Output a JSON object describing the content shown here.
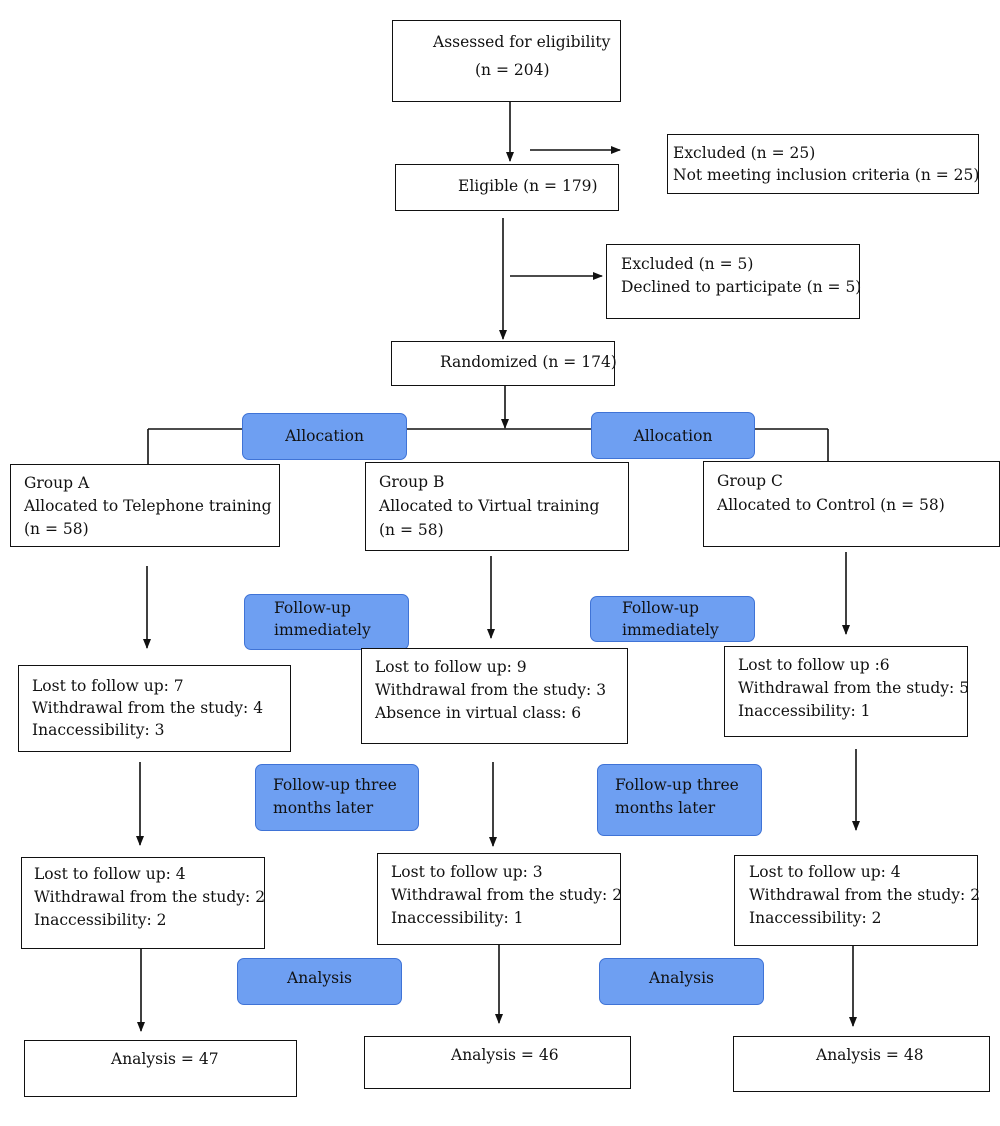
{
  "screening": {
    "assessed": [
      "Assessed for eligibility",
      "(n = 204)"
    ],
    "excluded1": [
      "Excluded (n = 25)",
      "Not meeting inclusion criteria (n = 25)"
    ],
    "eligible": "Eligible (n = 179)",
    "excluded2": [
      "Excluded (n = 5)",
      "Declined to participate (n = 5)"
    ],
    "randomized": "Randomized (n = 174)"
  },
  "stage_labels": {
    "allocation": "Allocation",
    "followup_immediate": [
      "Follow-up",
      "immediately"
    ],
    "followup_three_months": [
      "Follow-up three",
      "months later"
    ],
    "analysis": "Analysis"
  },
  "groups": [
    {
      "allocation": [
        "Group A",
        "Allocated to Telephone training",
        "(n =  58)"
      ],
      "followup1": [
        "Lost to follow up: 7",
        "Withdrawal from the study: 4",
        "Inaccessibility: 3"
      ],
      "followup2": [
        "Lost to follow up: 4",
        "Withdrawal from the study: 2",
        "Inaccessibility: 2"
      ],
      "analysis": "Analysis = 47"
    },
    {
      "allocation": [
        "Group B",
        "Allocated to Virtual training",
        "(n = 58)"
      ],
      "followup1": [
        "Lost to follow up: 9",
        "Withdrawal from the study: 3",
        "Absence in virtual class: 6"
      ],
      "followup2": [
        "Lost to follow up: 3",
        "Withdrawal from the study: 2",
        "Inaccessibility: 1"
      ],
      "analysis": "Analysis = 46"
    },
    {
      "allocation": [
        "Group C",
        "Allocated to Control (n = 58)"
      ],
      "followup1": [
        "Lost to follow up :6",
        "Withdrawal from the study: 5",
        "Inaccessibility: 1"
      ],
      "followup2": [
        "Lost to follow up: 4",
        "Withdrawal from the study: 2",
        "Inaccessibility: 2"
      ],
      "analysis": "Analysis = 48"
    }
  ]
}
